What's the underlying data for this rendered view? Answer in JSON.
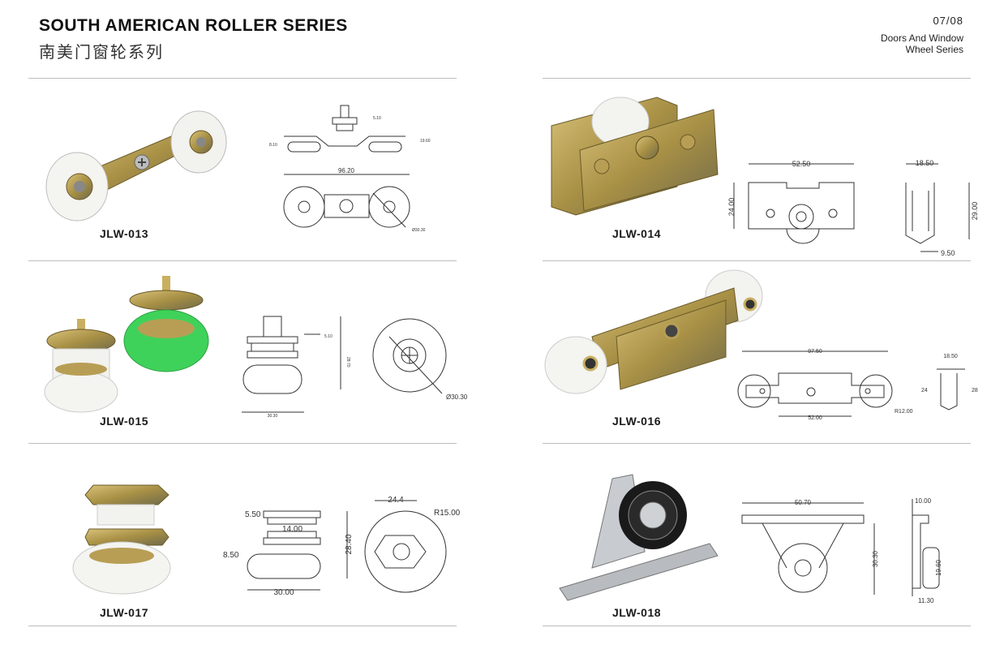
{
  "header": {
    "title": "SOUTH AMERICAN ROLLER SERIES",
    "subtitle": "南美门窗轮系列",
    "page": "07/08",
    "series_line1": "Doors And Window",
    "series_line2": "Wheel Series"
  },
  "products": [
    {
      "code": "JLW-013",
      "dims": {
        "width": "96.20",
        "dia": "Ø30.30",
        "a": "5.10",
        "b": "19.60",
        "c": "8.10"
      }
    },
    {
      "code": "JLW-014",
      "dims": {
        "width": "52.50",
        "height": "24.00",
        "side_w": "18.50",
        "side_h": "29.00",
        "side_b": "9.50"
      }
    },
    {
      "code": "JLW-015",
      "dims": {
        "a": "5.10",
        "h": "28.70",
        "w": "30.30",
        "dia": "Ø30.30"
      }
    },
    {
      "code": "JLW-016",
      "dims": {
        "width": "97.50",
        "inner": "52.00",
        "r": "R12.00",
        "side_w": "18.50",
        "h1": "24",
        "h2": "28"
      }
    },
    {
      "code": "JLW-017",
      "dims": {
        "a": "5.50",
        "b": "14.00",
        "c": "8.50",
        "h": "28.40",
        "w": "30.00",
        "top": "24.4",
        "r": "R15.00"
      }
    },
    {
      "code": "JLW-018",
      "dims": {
        "width": "50.70",
        "h": "30.30",
        "side_top": "10.00",
        "side_h": "19.60",
        "side_b": "11.30"
      }
    }
  ]
}
